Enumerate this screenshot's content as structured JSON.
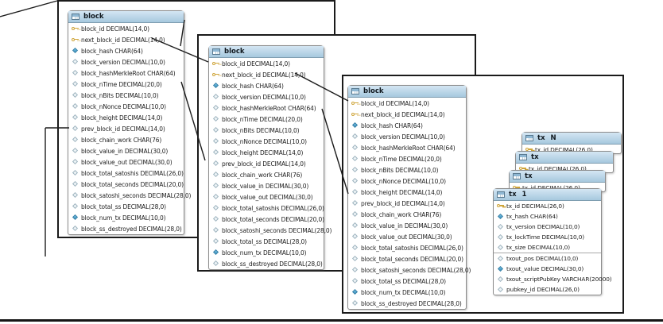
{
  "titles": {
    "block": "block",
    "tx": "tx",
    "tx_n_suffix": "N",
    "tx_1_suffix": "1"
  },
  "icons": {
    "table_icon": "table-grid-icon",
    "key_icon": "primary-key-icon",
    "diamond_filled_icon": "column-notnull-icon",
    "diamond_hollow_icon": "column-nullable-icon"
  },
  "colors": {
    "header_blue_top": "#d4e6f3",
    "header_blue_bottom": "#a6c8de",
    "card_border": "#8c8c8c",
    "frame_border": "#1a1a1a",
    "key_yellow": "#cfa53a",
    "diamond_blue": "#2f8cba",
    "line_color": "#1c1c1c"
  },
  "block_fields": [
    {
      "icon": "key",
      "label": "block_id DECIMAL(14,0)"
    },
    {
      "icon": "key",
      "label": "next_block_id DECIMAL(14,0)"
    },
    {
      "icon": "diamond",
      "label": "block_hash CHAR(64)"
    },
    {
      "icon": "diamond-o",
      "label": "block_version DECIMAL(10,0)"
    },
    {
      "icon": "diamond-o",
      "label": "block_hashMerkleRoot CHAR(64)"
    },
    {
      "icon": "diamond-o",
      "label": "block_nTime DECIMAL(20,0)"
    },
    {
      "icon": "diamond-o",
      "label": "block_nBits DECIMAL(10,0)"
    },
    {
      "icon": "diamond-o",
      "label": "block_nNonce DECIMAL(10,0)"
    },
    {
      "icon": "diamond-o",
      "label": "block_height DECIMAL(14,0)"
    },
    {
      "icon": "diamond-o",
      "label": "prev_block_id DECIMAL(14,0)"
    },
    {
      "icon": "diamond-o",
      "label": "block_chain_work CHAR(76)"
    },
    {
      "icon": "diamond-o",
      "label": "block_value_in DECIMAL(30,0)"
    },
    {
      "icon": "diamond-o",
      "label": "block_value_out DECIMAL(30,0)"
    },
    {
      "icon": "diamond-o",
      "label": "block_total_satoshis DECIMAL(26,0)"
    },
    {
      "icon": "diamond-o",
      "label": "block_total_seconds DECIMAL(20,0)"
    },
    {
      "icon": "diamond-o",
      "label": "block_satoshi_seconds DECIMAL(28,0)"
    },
    {
      "icon": "diamond-o",
      "label": "block_total_ss DECIMAL(28,0)"
    },
    {
      "icon": "diamond",
      "label": "block_num_tx DECIMAL(10,0)"
    },
    {
      "icon": "diamond-o",
      "label": "block_ss_destroyed DECIMAL(28,0)"
    }
  ],
  "tx_peek_fields": [
    {
      "icon": "key",
      "label": "tx_id DECIMAL(26,0)"
    }
  ],
  "tx1_fields": [
    {
      "icon": "key",
      "label": "tx_id DECIMAL(26,0)"
    },
    {
      "icon": "diamond",
      "label": "tx_hash CHAR(64)"
    },
    {
      "icon": "diamond-o",
      "label": "tx_version DECIMAL(10,0)"
    },
    {
      "icon": "diamond-o",
      "label": "tx_lockTime DECIMAL(10,0)"
    },
    {
      "icon": "diamond-o",
      "label": "tx_size DECIMAL(10,0)"
    },
    {
      "icon": "diamond-o",
      "label": "txout_pos DECIMAL(10,0)",
      "sep": true
    },
    {
      "icon": "diamond",
      "label": "txout_value DECIMAL(30,0)"
    },
    {
      "icon": "diamond-o",
      "label": "txout_scriptPubKey VARCHAR(20000)"
    },
    {
      "icon": "diamond-o",
      "label": "pubkey_id DECIMAL(26,0)"
    }
  ]
}
